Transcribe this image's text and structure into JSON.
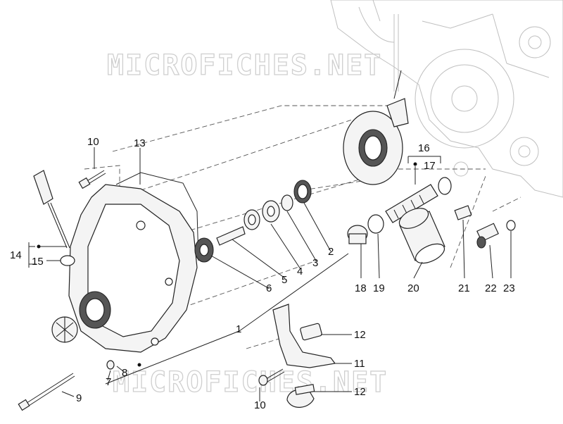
{
  "watermark": {
    "top": "MICROFICHES.NET",
    "bottom": "MICROFICHES.NET"
  },
  "callouts": {
    "c1": "1",
    "c2": "2",
    "c3": "3",
    "c4": "4",
    "c5": "5",
    "c6": "6",
    "c7": "7",
    "c8": "8",
    "c9": "9",
    "c10a": "10",
    "c10b": "10",
    "c11": "11",
    "c12a": "12",
    "c12b": "12",
    "c13": "13",
    "c14": "14",
    "c15": "15",
    "c16": "16",
    "c17": "17",
    "c18": "18",
    "c19": "19",
    "c20": "20",
    "c21": "21",
    "c22": "22",
    "c23": "23"
  }
}
